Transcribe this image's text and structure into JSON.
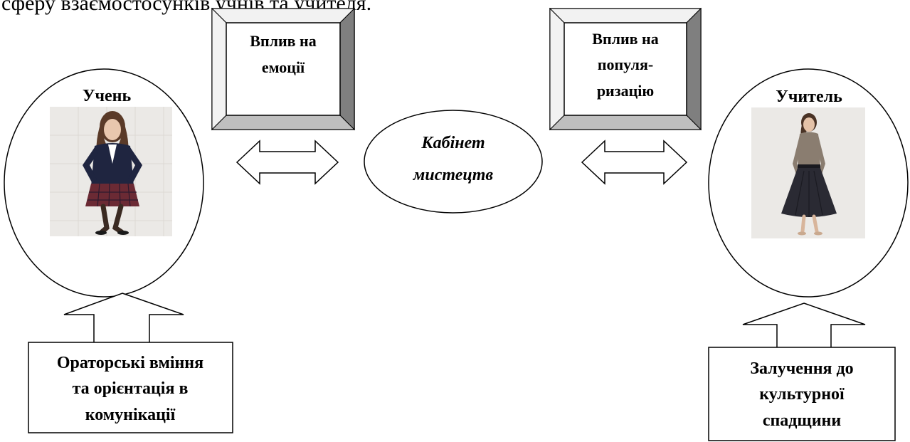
{
  "header_fragment": "сферу взаємостосунків учнів та учителя.",
  "frames": {
    "left": {
      "lines": [
        "Вплив на",
        "емоції"
      ]
    },
    "right": {
      "lines": [
        "Вплив на",
        "популя-",
        "ризацію"
      ]
    }
  },
  "center": {
    "lines": [
      "Кабінет",
      "мистецтв"
    ]
  },
  "student": {
    "label": "Учень",
    "photo_alt": "girl in school uniform",
    "bottom_box": {
      "lines": [
        "Ораторські вміння",
        "та орієнтація в",
        "комунікації"
      ]
    }
  },
  "teacher": {
    "label": "Учитель",
    "photo_alt": "woman in dark skirt",
    "bottom_box": {
      "lines": [
        "Залучення до",
        "культурної",
        "спадщини"
      ]
    }
  },
  "colors": {
    "frame_light": "#f2f2f2",
    "frame_dark": "#7f7f7f",
    "frame_mid": "#bfbfbf",
    "photo_bg": "#ebe9e6",
    "jacket": "#1f2540",
    "skirt_plaid": "#6b2a34",
    "teacher_top": "#8a7d70",
    "teacher_skirt": "#2a2a33"
  }
}
